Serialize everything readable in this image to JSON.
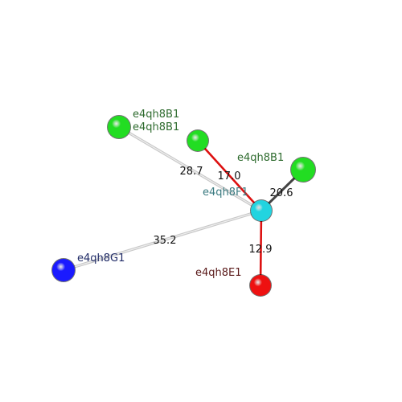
{
  "colors": {
    "background": "#ffffff",
    "green_node": "#22dd22",
    "blue_node": "#1a1aff",
    "red_node": "#ee1111",
    "cyan_node": "#22d4e0",
    "label_green": "#2e6b2e",
    "label_blue": "#1f2a66",
    "label_red": "#5a1a1a",
    "label_cyan": "#3a7a80",
    "edge_gray": "#c8c8c8",
    "edge_red": "#dd1111",
    "edge_dark": "#444444"
  },
  "nodes": [
    {
      "id": "n_green_left",
      "color_key": "green_node",
      "labels": [
        "e4qh8B1",
        "e4qh8B1"
      ],
      "label_color_key": "label_green"
    },
    {
      "id": "n_green_mid",
      "color_key": "green_node",
      "labels": [],
      "label_color_key": "label_green"
    },
    {
      "id": "n_green_right",
      "color_key": "green_node",
      "labels": [
        "e4qh8B1"
      ],
      "label_color_key": "label_green"
    },
    {
      "id": "n_center",
      "color_key": "cyan_node",
      "labels": [
        "e4qh8F1"
      ],
      "label_color_key": "label_cyan"
    },
    {
      "id": "n_blue",
      "color_key": "blue_node",
      "labels": [
        "e4qh8G1"
      ],
      "label_color_key": "label_blue"
    },
    {
      "id": "n_red",
      "color_key": "red_node",
      "labels": [
        "e4qh8E1"
      ],
      "label_color_key": "label_red"
    }
  ],
  "edges": [
    {
      "from": "n_center",
      "to": "n_green_left",
      "distance": "28.7",
      "color_key": "edge_gray"
    },
    {
      "from": "n_center",
      "to": "n_green_mid",
      "distance": "17.0",
      "color_key": "edge_red"
    },
    {
      "from": "n_center",
      "to": "n_green_right",
      "distance": "20.6",
      "color_key": "edge_dark"
    },
    {
      "from": "n_center",
      "to": "n_blue",
      "distance": "35.2",
      "color_key": "edge_gray"
    },
    {
      "from": "n_center",
      "to": "n_red",
      "distance": "12.9",
      "color_key": "edge_red"
    }
  ]
}
